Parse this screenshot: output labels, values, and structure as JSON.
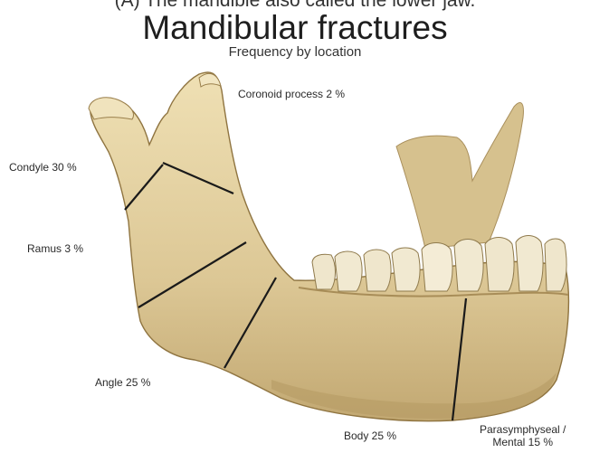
{
  "top_caption": "(A) The mandible also called the lower jaw.",
  "title": "Mandibular fractures",
  "subtitle": "Frequency by location",
  "labels": {
    "coronoid": "Coronoid process 2 %",
    "condyle": "Condyle 30 %",
    "ramus": "Ramus 3 %",
    "angle": "Angle 25 %",
    "body": "Body 25 %",
    "parasymphyseal_line1": "Parasymphyseal /",
    "parasymphyseal_line2": "Mental 15 %"
  },
  "colors": {
    "bone_light": "#e8d7a8",
    "bone_mid": "#d8c390",
    "bone_shadow": "#b99f66",
    "tooth": "#efe6cc",
    "fracture_line": "#1a1a1a"
  }
}
